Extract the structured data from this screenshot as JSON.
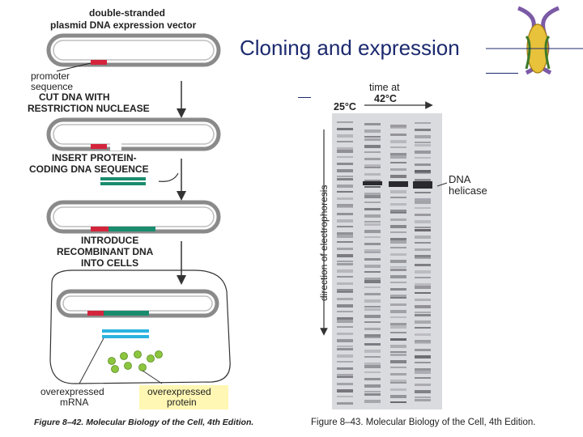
{
  "slide": {
    "title": "Cloning and expression"
  },
  "left_figure": {
    "header_line1": "double-stranded",
    "header_line2": "plasmid DNA expression vector",
    "promoter_line1": "promoter",
    "promoter_line2": "sequence",
    "step1_line1": "CUT DNA WITH",
    "step1_line2": "RESTRICTION NUCLEASE",
    "step2_line1": "INSERT PROTEIN-",
    "step2_line2": "CODING DNA SEQUENCE",
    "step3_line1": "INTRODUCE",
    "step3_line2": "RECOMBINANT DNA",
    "step3_line3": "INTO CELLS",
    "mrna_line1": "overexpressed",
    "mrna_line2": "mRNA",
    "protein_line1": "overexpressed",
    "protein_line2": "protein",
    "caption": "Figure 8–42. Molecular Biology of the Cell, 4th Edition."
  },
  "right_figure": {
    "time_label_line1": "time at",
    "time_label_line2": "42°C",
    "temp_label": "25°C",
    "axis_label": "direction of electrophoresis",
    "band_label_line1": "DNA",
    "band_label_line2": "helicase",
    "caption": "Figure 8–43. Molecular Biology of the Cell, 4th Edition."
  },
  "colors": {
    "title": "#1c2a6e",
    "promoter": "#d4243c",
    "coding_sequence": "#1a8c6e",
    "mrna": "#2bb3e0",
    "protein": "#8cc63f",
    "label_box": "#fff7b3",
    "plasmid_outline": "#8a8a8a",
    "gel": "#d9dbde"
  },
  "icons": {
    "corner": "dna-corn-icon"
  }
}
